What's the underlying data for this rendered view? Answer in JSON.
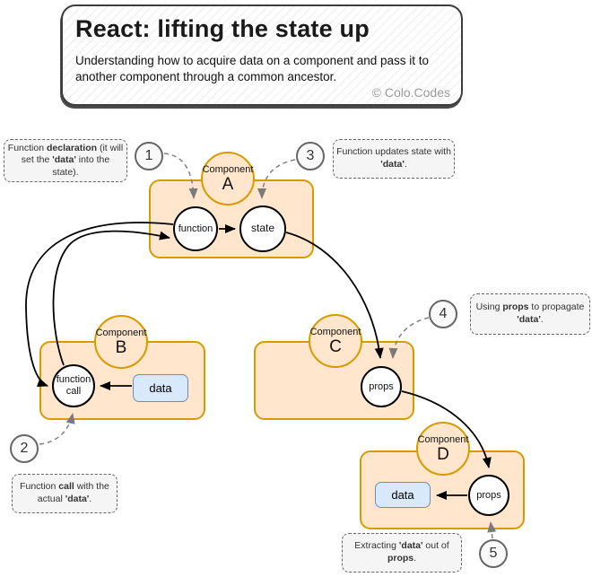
{
  "header": {
    "title": "React: lifting the state up",
    "subtitle": "Understanding how to acquire data on a component and pass it to another component through a common ancestor.",
    "credit": "© Colo.Codes"
  },
  "components": {
    "a": {
      "label": "Component",
      "letter": "A"
    },
    "b": {
      "label": "Component",
      "letter": "B"
    },
    "c": {
      "label": "Component",
      "letter": "C"
    },
    "d": {
      "label": "Component",
      "letter": "D"
    }
  },
  "nodes": {
    "function": "function",
    "state": "state",
    "function_call": "function call",
    "props_c": "props",
    "props_d": "props",
    "data_b": "data",
    "data_d": "data"
  },
  "steps": {
    "s1": "1",
    "s2": "2",
    "s3": "3",
    "s4": "4",
    "s5": "5"
  },
  "annotations": {
    "a1": {
      "parts": [
        "Function ",
        "declaration",
        " (it will set the ",
        "'data'",
        " into the state)."
      ]
    },
    "a2": {
      "parts": [
        "Function ",
        "call",
        " with the actual ",
        "'data'",
        "."
      ]
    },
    "a3": {
      "parts": [
        "Function updates state with ",
        "'data'",
        "."
      ]
    },
    "a4": {
      "parts": [
        "Using ",
        "props",
        " to propagate ",
        "'data'",
        "."
      ]
    },
    "a5": {
      "parts": [
        "Extracting ",
        "'data'",
        " out of ",
        "props",
        "."
      ]
    }
  },
  "colors": {
    "component_fill": "#ffe6cc",
    "component_stroke": "#d79b00",
    "data_fill": "#dae8fc",
    "data_stroke": "#6c8ebf",
    "note_fill": "#f5f5f5",
    "note_stroke": "#666666",
    "arrow": "#000000",
    "dashed_arrow": "#808080"
  }
}
